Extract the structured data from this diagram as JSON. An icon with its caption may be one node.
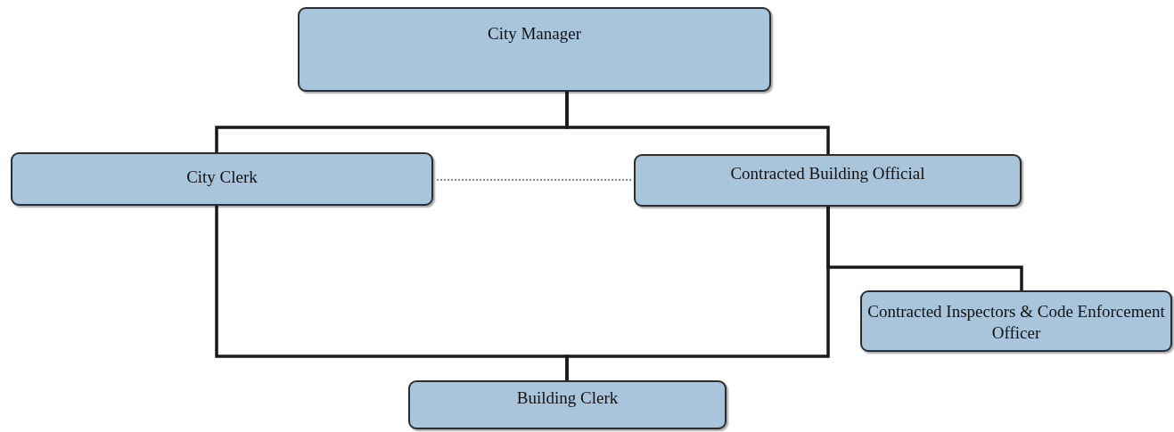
{
  "diagram": {
    "nodes": [
      {
        "text": [
          "City Manager"
        ]
      },
      {
        "text": [
          "City Clerk"
        ]
      },
      {
        "text": [
          "Contracted Building Official"
        ]
      },
      {
        "text": [
          "Contracted Inspectors & Code Enforcement Officer"
        ]
      },
      {
        "text": [
          "Building Clerk"
        ]
      }
    ],
    "edges": [
      {
        "from": 0,
        "to": 1,
        "arrow": "none"
      },
      {
        "from": 0,
        "to": 2,
        "arrow": "none"
      },
      {
        "from": 1,
        "to": 2,
        "arrow": "none",
        "style": "dashed",
        "color": "#8a8a8a"
      },
      {
        "from": 1,
        "to": 4,
        "arrow": "none"
      },
      {
        "from": 2,
        "to": 4,
        "arrow": "none"
      },
      {
        "from": 2,
        "to": 3,
        "arrow": "none"
      }
    ]
  }
}
